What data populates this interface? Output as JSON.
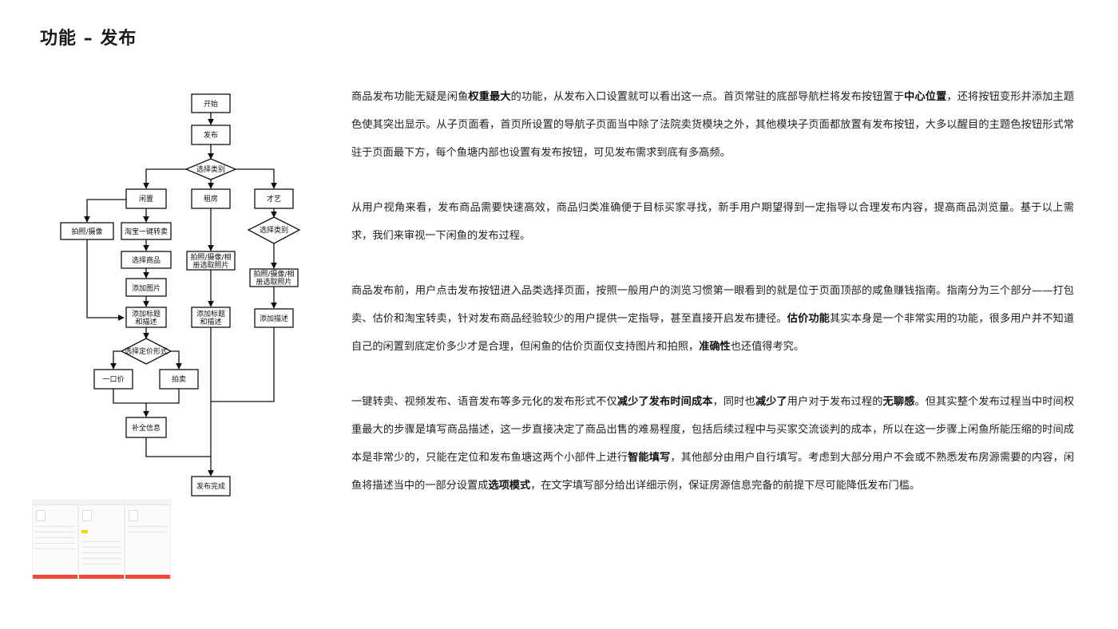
{
  "page": {
    "title": "功能 – 发布"
  },
  "flowchart": {
    "nodes": {
      "start": "开始",
      "publish": "发布",
      "choose_category": "选择类别",
      "idle": "闲置",
      "rent": "租房",
      "talent": "才艺",
      "photo_video": "拍照/摄像",
      "taobao_resell": "淘宝一键转卖",
      "select_goods": "选择商品",
      "add_image": "添加图片",
      "add_title_desc_1": "添加标题",
      "add_title_desc_2": "和描述",
      "rent_photo_1": "拍照/摄像/相",
      "rent_photo_2": "册选取照片",
      "rent_title_1": "添加标题",
      "rent_title_2": "和描述",
      "choose_category_2": "选择类别",
      "talent_photo_1": "拍照/摄像/相",
      "talent_photo_2": "册选取照片",
      "add_desc": "添加描述",
      "choose_pricing": "选择定价形式",
      "fixed_price": "一口价",
      "auction": "拍卖",
      "complete_info": "补全信息",
      "done": "发布完成"
    }
  },
  "article": {
    "p1": [
      {
        "t": "商品发布功能无疑是闲鱼"
      },
      {
        "t": "权重最大",
        "b": true
      },
      {
        "t": "的功能，从发布入口设置就可以看出这一点。首页常驻的底部导航栏将发布按钮置于"
      },
      {
        "t": "中心位置",
        "b": true
      },
      {
        "t": "，还将按钮变形并添加主题色使其突出显示。从子页面看，首页所设置的导航子页面当中除了法院卖货模块之外，其他模块子页面都放置有发布按钮，大多以醒目的主题色按钮形式常驻于页面最下方，每个鱼塘内部也设置有发布按钮，可见发布需求到底有多高频。"
      }
    ],
    "p2": [
      {
        "t": "从用户视角来看，发布商品需要快速高效，商品归类准确便于目标买家寻找，新手用户期望得到一定指导以合理发布内容，提高商品浏览量。基于以上需求，我们来审视一下闲鱼的发布过程。"
      }
    ],
    "p3": [
      {
        "t": "商品发布前，用户点击发布按钮进入品类选择页面，按照一般用户的浏览习惯第一眼看到的就是位于页面顶部的咸鱼赚钱指南。指南分为三个部分——打包卖、估价和淘宝转卖，针对发布商品经验较少的用户提供一定指导，甚至直接开启发布捷径。"
      },
      {
        "t": "估价功能",
        "b": true
      },
      {
        "t": "其实本身是一个非常实用的功能，很多用户并不知道自己的闲置到底定价多少才是合理，但闲鱼的估价页面仅支持图片和拍照，"
      },
      {
        "t": "准确性",
        "b": true
      },
      {
        "t": "也还值得考究。"
      }
    ],
    "p4": [
      {
        "t": "一键转卖、视频发布、语音发布等多元化的发布形式不仅"
      },
      {
        "t": "减少了发布时间成本",
        "b": true
      },
      {
        "t": "，同时也"
      },
      {
        "t": "减少了",
        "b": true
      },
      {
        "t": "用户对于发布过程的"
      },
      {
        "t": "无聊感",
        "b": true
      },
      {
        "t": "。但其实整个发布过程当中时间权重最大的步骤是填写商品描述，这一步直接决定了商品出售的难易程度，包括后续过程中与买家交流谈判的成本，所以在这一步骤上闲鱼所能压缩的时间成本是非常少的，只能在定位和发布鱼塘这两个小部件上进行"
      },
      {
        "t": "智能填写",
        "b": true
      },
      {
        "t": "，其他部分由用户自行填写。考虑到大部分用户不会或不熟悉发布房源需要的内容，闲鱼将描述当中的一部分设置成"
      },
      {
        "t": "选项模式",
        "b": true
      },
      {
        "t": "，在文字填写部分给出详细示例，保证房源信息完备的前提下尽可能降低发布门槛。"
      }
    ]
  },
  "colors": {
    "accent_red": "#f24a36",
    "accent_yellow": "#ffd400"
  }
}
